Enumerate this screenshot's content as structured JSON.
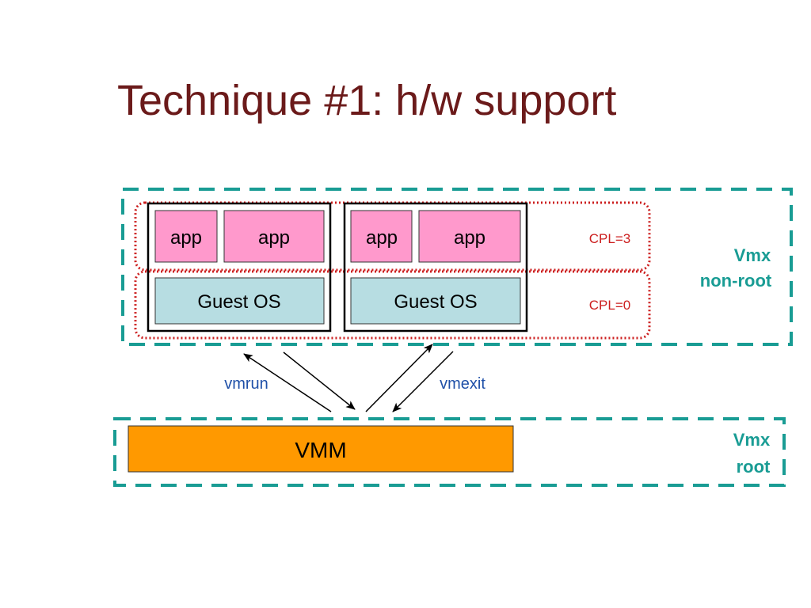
{
  "slide": {
    "title": "Technique #1: h/w support"
  },
  "diagram": {
    "guests": [
      {
        "apps": [
          "app",
          "app"
        ],
        "os": "Guest OS"
      },
      {
        "apps": [
          "app",
          "app"
        ],
        "os": "Guest OS"
      }
    ],
    "cpl_user": "CPL=3",
    "cpl_kernel": "CPL=0",
    "nonroot_label": [
      "Vmx",
      "non-root"
    ],
    "root_label": [
      "Vmx",
      "root"
    ],
    "vmm": "VMM",
    "vmrun": "vmrun",
    "vmexit": "vmexit",
    "colors": {
      "title": "#6b1a1a",
      "app_fill": "#ff99cc",
      "os_fill": "#b7dde2",
      "vmm_fill": "#ff9900",
      "teal": "#199c94",
      "red": "#cc1f1f",
      "arrow_label": "#1f50a8"
    }
  }
}
